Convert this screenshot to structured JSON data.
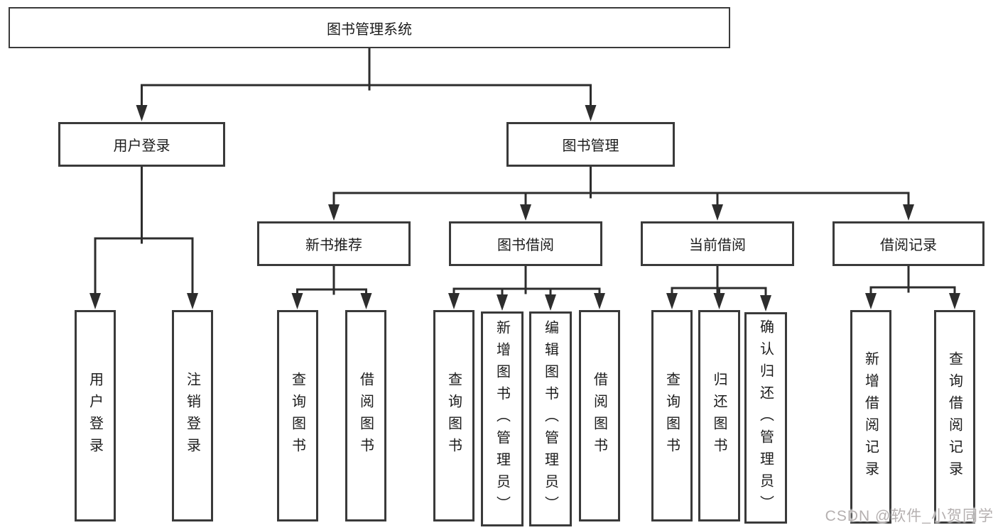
{
  "diagram": {
    "title": "图书管理系统",
    "root": {
      "label": "图书管理系统"
    },
    "branches": [
      {
        "label": "用户登录",
        "children": [
          {
            "label": "用户登录"
          },
          {
            "label": "注销登录"
          }
        ]
      },
      {
        "label": "图书管理",
        "children": [
          {
            "label": "新书推荐",
            "children": [
              {
                "label": "查询图书"
              },
              {
                "label": "借阅图书"
              }
            ]
          },
          {
            "label": "图书借阅",
            "children": [
              {
                "label": "查询图书"
              },
              {
                "label": "新增图书（管理员）"
              },
              {
                "label": "编辑图书（管理员）"
              },
              {
                "label": "借阅图书"
              }
            ]
          },
          {
            "label": "当前借阅",
            "children": [
              {
                "label": "查询图书"
              },
              {
                "label": "归还图书"
              },
              {
                "label": "确认归还（管理员）"
              }
            ]
          },
          {
            "label": "借阅记录",
            "children": [
              {
                "label": "新增借阅记录"
              },
              {
                "label": "查询借阅记录"
              }
            ]
          }
        ]
      }
    ]
  },
  "watermark": {
    "text": "CSDN @软件_小贺同学"
  },
  "colors": {
    "background": "#ffffff",
    "box_border": "#3a3a3a",
    "line": "#2d2d2d",
    "text": "#1c1c1c",
    "watermark_text": "#b5b0b0"
  }
}
